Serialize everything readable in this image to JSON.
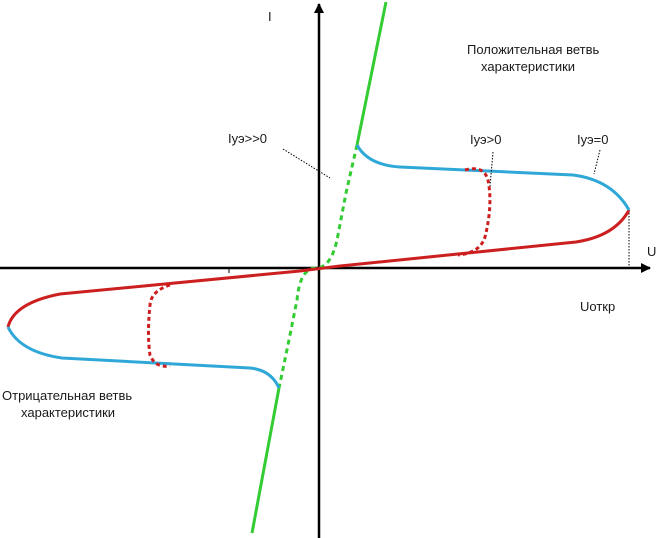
{
  "axes": {
    "y_label": "I",
    "x_label": "U"
  },
  "labels": {
    "positive_branch": [
      "Положительная ветвь",
      "характеристики"
    ],
    "negative_branch": [
      "Отрицательная ветвь",
      "характеристики"
    ],
    "iue_much_gt_0": "Iуэ>>0",
    "iue_gt_0": "Iуэ>0",
    "iue_eq_0": "Iуэ=0",
    "u_open": "Uоткр"
  },
  "colors": {
    "axis": "#000000",
    "red_branch": "#cc1f1f",
    "blue_branch": "#2fa8d8",
    "green_line": "#33cc33",
    "leader": "#000000"
  }
}
